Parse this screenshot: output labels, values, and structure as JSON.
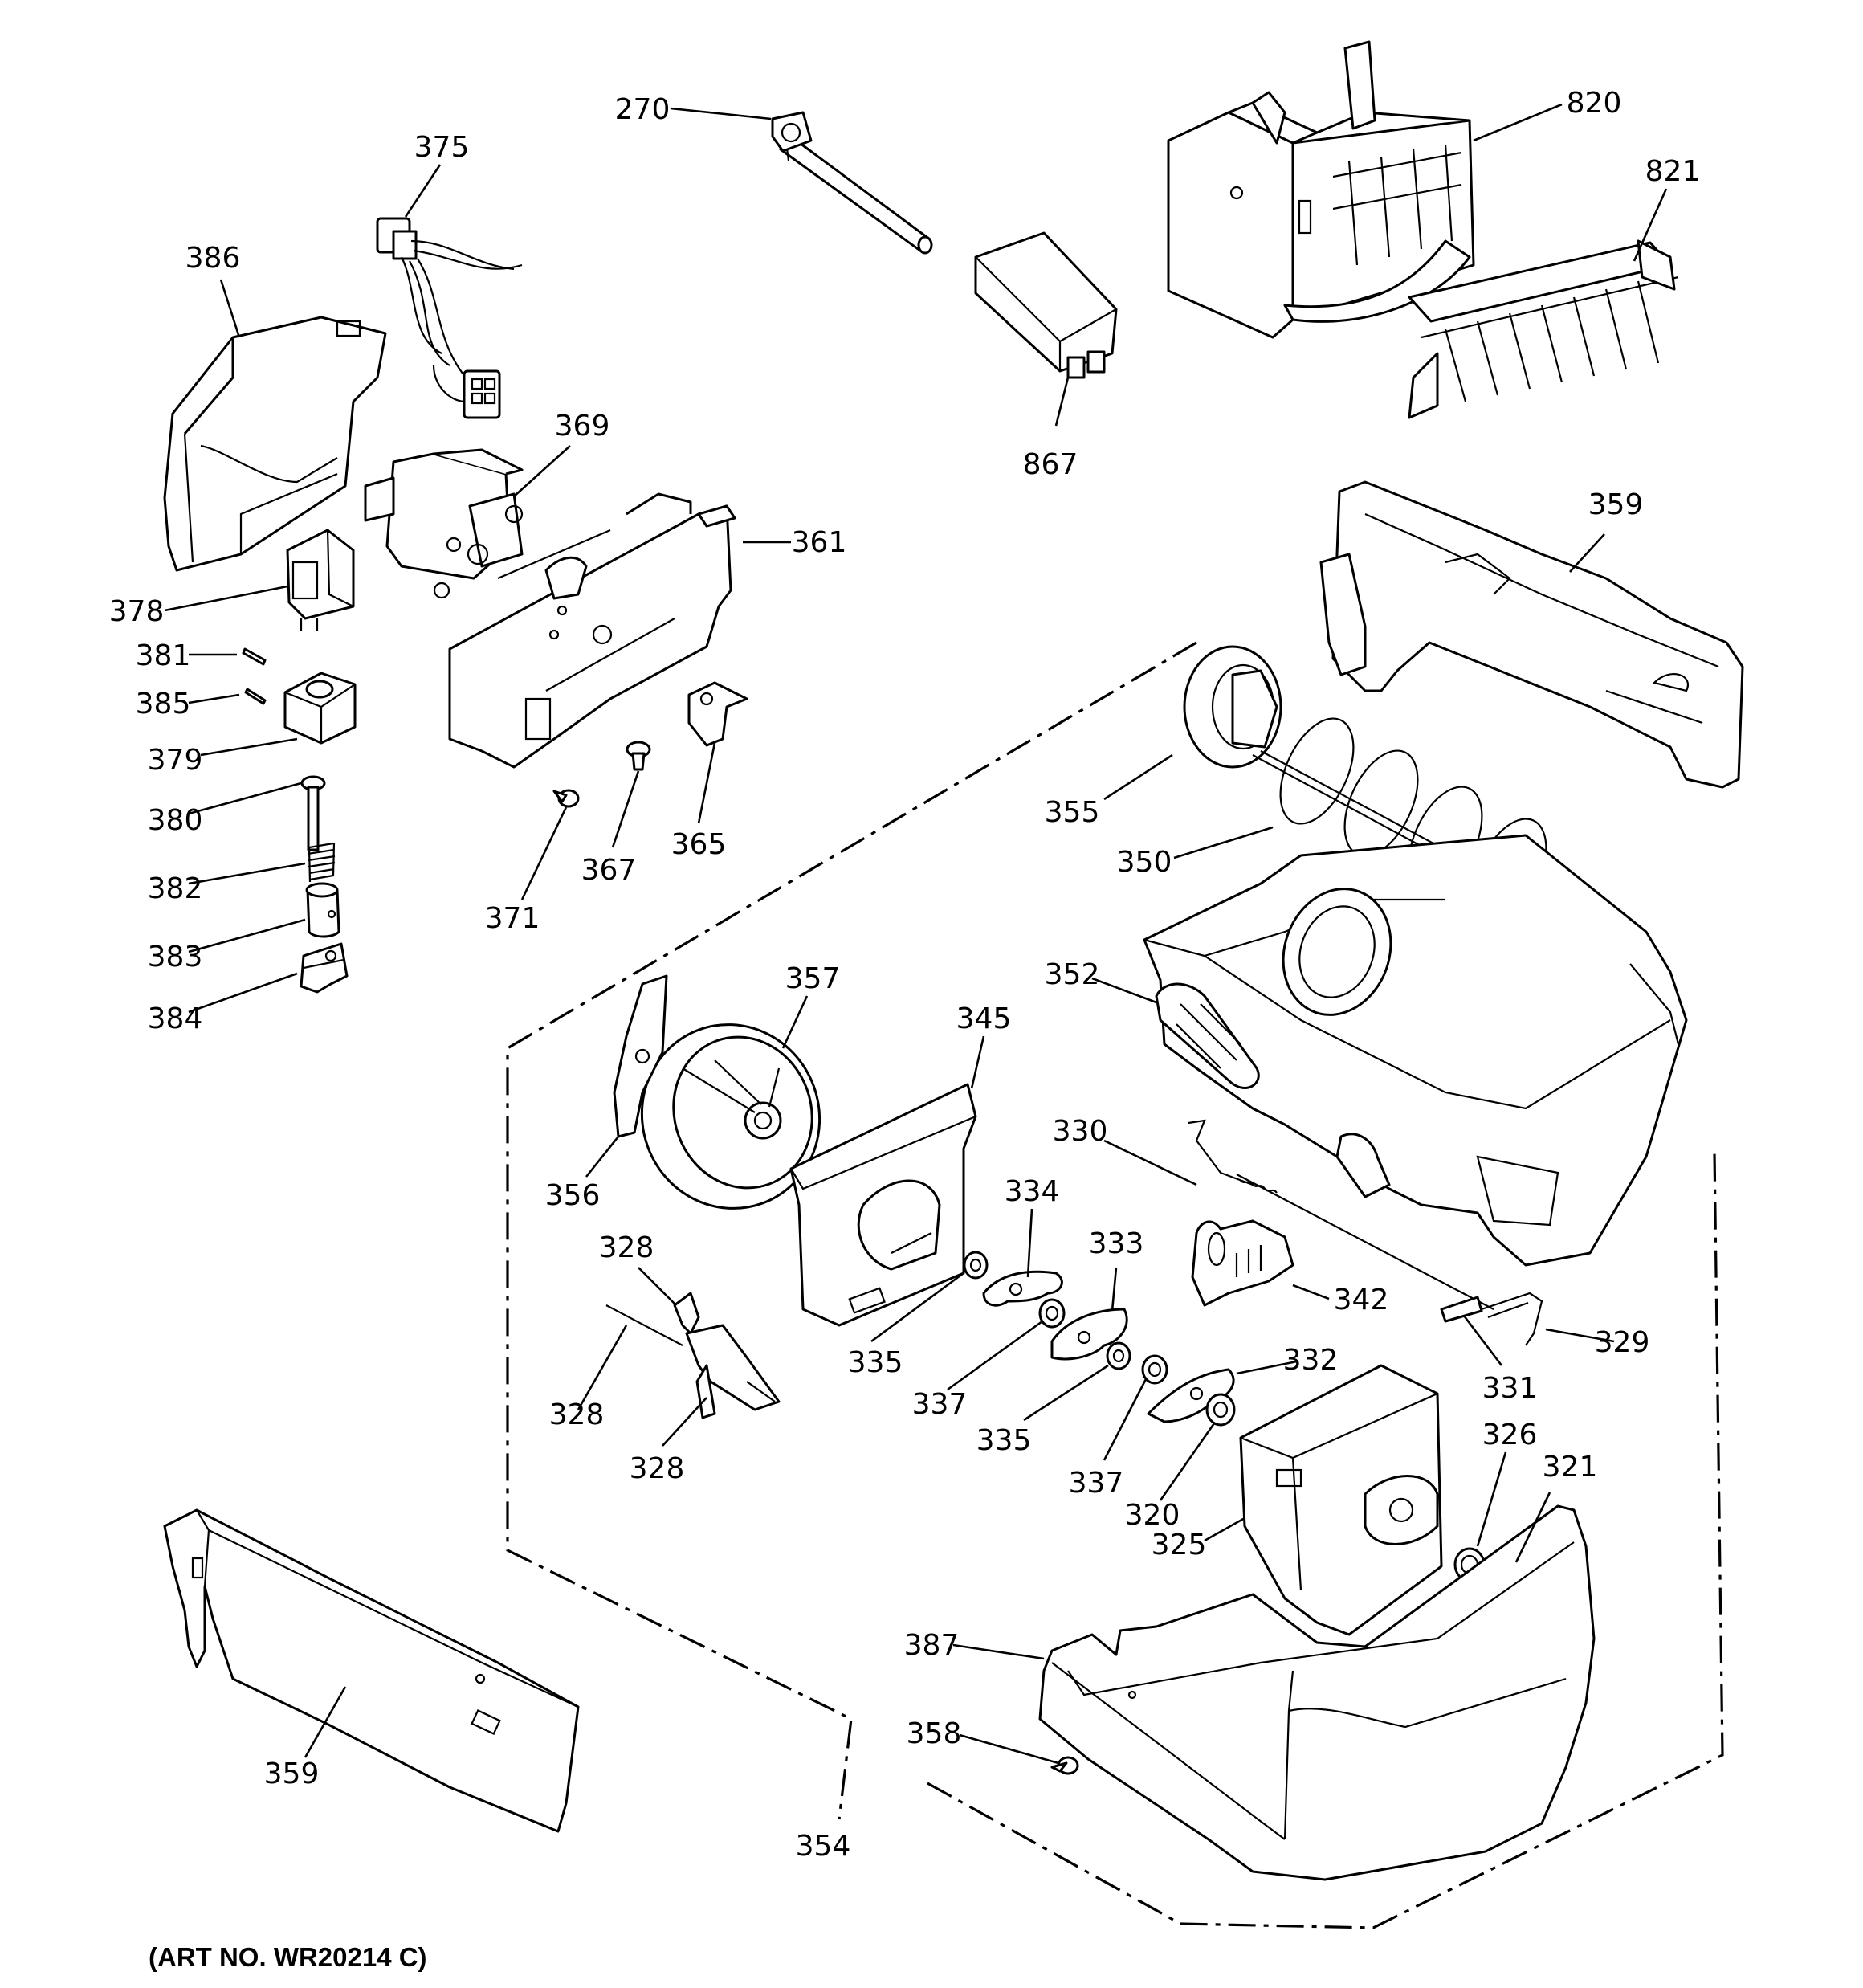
{
  "art_number": "(ART NO. WR20214 C)",
  "callouts": [
    {
      "id": "270",
      "part": "part-270-fill-tube"
    },
    {
      "id": "375",
      "part": "part-375-harness"
    },
    {
      "id": "820",
      "part": "part-820-ice-maker"
    },
    {
      "id": "821",
      "part": "part-821-ejector"
    },
    {
      "id": "386",
      "part": "part-386-motor-housing"
    },
    {
      "id": "369",
      "part": "part-369-auger-motor"
    },
    {
      "id": "361",
      "part": "part-361-bracket"
    },
    {
      "id": "867",
      "part": "part-867-shutoff-arm"
    },
    {
      "id": "359",
      "part": "part-359-upper-rail"
    },
    {
      "id": "378",
      "part": "part-378-solenoid"
    },
    {
      "id": "381",
      "part": "part-381-pin"
    },
    {
      "id": "385",
      "part": "part-385-pin"
    },
    {
      "id": "379",
      "part": "part-379-block"
    },
    {
      "id": "380",
      "part": "part-380-plunger"
    },
    {
      "id": "382",
      "part": "part-382-spring"
    },
    {
      "id": "383",
      "part": "part-383-sleeve"
    },
    {
      "id": "384",
      "part": "part-384-bracket"
    },
    {
      "id": "365",
      "part": "part-365-clip"
    },
    {
      "id": "367",
      "part": "part-367-screw"
    },
    {
      "id": "371",
      "part": "part-371-screw"
    },
    {
      "id": "355",
      "part": "part-355-hub"
    },
    {
      "id": "350",
      "part": "part-350-auger"
    },
    {
      "id": "352",
      "part": "part-352-ice-bucket"
    },
    {
      "id": "357",
      "part": "part-357-crusher-housing"
    },
    {
      "id": "345",
      "part": "part-345-cover"
    },
    {
      "id": "356",
      "part": "part-356-blade"
    },
    {
      "id": "330",
      "part": "part-330-rod"
    },
    {
      "id": "334",
      "part": "part-334-cam"
    },
    {
      "id": "333",
      "part": "part-333-cam"
    },
    {
      "id": "342",
      "part": "part-342-actuator"
    },
    {
      "id": "328",
      "part": "part-328-lever"
    },
    {
      "id": "329",
      "part": "part-329-rod-end"
    },
    {
      "id": "335",
      "part": "part-335-washer"
    },
    {
      "id": "331",
      "part": "part-331-clip"
    },
    {
      "id": "332",
      "part": "part-332-cam"
    },
    {
      "id": "337",
      "part": "part-337-bushing"
    },
    {
      "id": "326",
      "part": "part-326-ring"
    },
    {
      "id": "321",
      "part": "part-321-retainer"
    },
    {
      "id": "320",
      "part": "part-320-bushing"
    },
    {
      "id": "325",
      "part": "part-325-crusher-block"
    },
    {
      "id": "387",
      "part": "part-387-chute-tray"
    },
    {
      "id": "358",
      "part": "part-358-screw"
    },
    {
      "id": "354",
      "part": "part-354-assembly"
    }
  ]
}
